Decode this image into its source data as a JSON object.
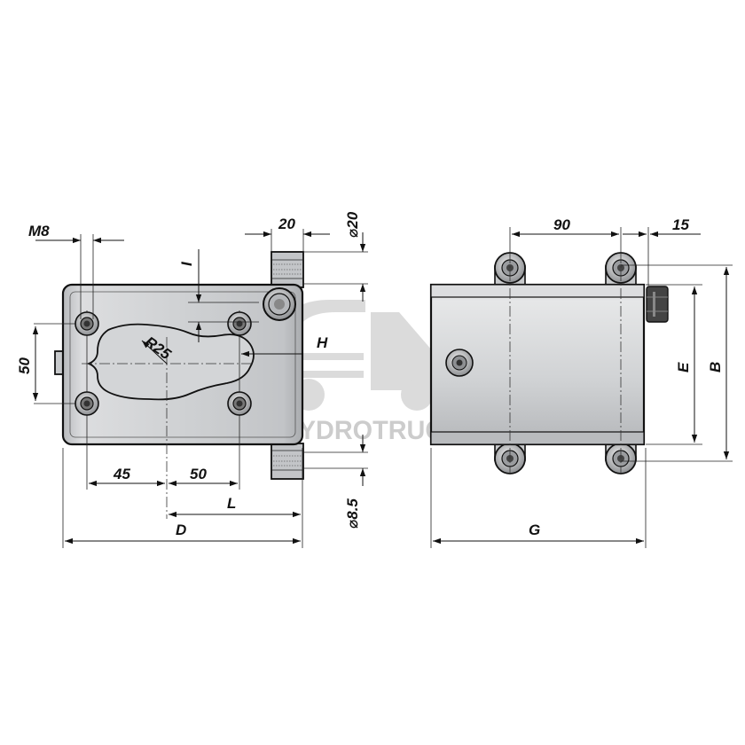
{
  "diagram": {
    "watermark": "HYDROTRUCK",
    "icons": [
      "hex-nut-icon",
      "truck-logo-icon"
    ],
    "colors": {
      "body_fill": "#c9cbcd",
      "body_highlight": "#e4e5e6",
      "outline": "#111111",
      "watermark": "#c4c4c4"
    },
    "front_view": {
      "thread_label": "M8",
      "hole_spacing_vertical": "50",
      "hole_spacing_h1": "45",
      "hole_spacing_h2": "50",
      "port_radius": "R25",
      "dim_D": "D",
      "dim_L": "L",
      "dim_H": "H",
      "dim_I": "I",
      "bracket_width": "20",
      "hole_dia_top": "⌀20",
      "hole_dia_bottom": "⌀8.5"
    },
    "side_view": {
      "lug_spacing": "90",
      "lug_offset": "15",
      "dim_E": "E",
      "dim_B": "B",
      "dim_G": "G"
    }
  }
}
